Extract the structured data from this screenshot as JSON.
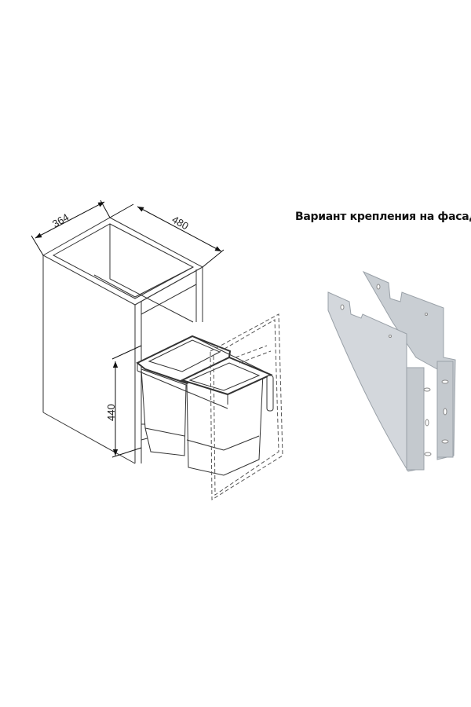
{
  "caption": "Вариант крепления на фасад",
  "dimensions": {
    "depth": "364",
    "width": "480",
    "height": "440"
  },
  "colors": {
    "line": "#333333",
    "bracket": "#c9ced3",
    "bracket_edge": "#9aa1a8"
  }
}
